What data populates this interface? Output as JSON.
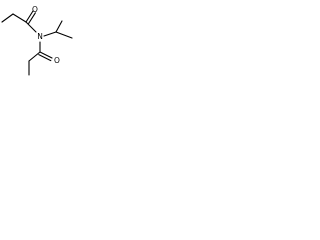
{
  "molecule": {
    "atoms": {
      "oxygen_top": "O",
      "nitrogen": "N",
      "oxygen_bottom": "O"
    }
  }
}
